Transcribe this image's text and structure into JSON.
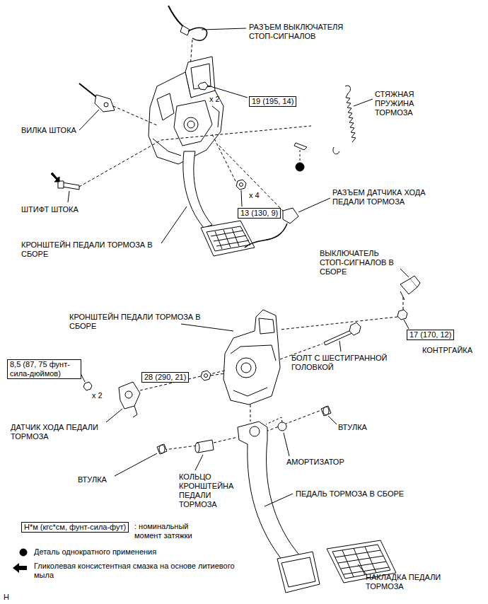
{
  "diagram": {
    "nodes": [
      {
        "text": [
          "19 (195, 14)"
        ]
      },
      {
        "text": [
          "13 (130, 9)"
        ]
      },
      {
        "text": [
          "17 (170, 12)"
        ]
      },
      {
        "text": [
          "8,5 (87, 75 фунт-сила-дюймов)"
        ]
      },
      {
        "text": [
          "28 (290, 21)"
        ]
      },
      {
        "text": [
          "Н*м (кгс*см, фунт-сила-фут)"
        ]
      }
    ],
    "labels": [
      "РАЗЪЕМ ВЫКЛЮЧАТЕЛЯ СТОП-СИГНАЛОВ",
      "СТЯЖНАЯ ПРУЖИНА ТОРМОЗА",
      "ВИЛКА ШТОКА",
      "x 2",
      "ШТИФТ ШТОКА",
      "x 4",
      "РАЗЪЕМ ДАТЧИКА ХОДА ПЕДАЛИ ТОРМОЗА",
      "КРОНШТЕЙН ПЕДАЛИ ТОРМОЗА В СБОРЕ",
      "ВЫКЛЮЧАТЕЛЬ СТОП-СИГНАЛОВ В СБОРЕ",
      "КРОНШТЕЙН ПЕДАЛИ ТОРМОЗА В СБОРЕ",
      "КОНТРГАЙКА",
      "БОЛТ С ШЕСТИГРАННОЙ ГОЛОВКОЙ",
      "x 2",
      "ДАТЧИК ХОДА ПЕДАЛИ ТОРМОЗА",
      "ВТУЛКА",
      "АМОРТИЗАТОР",
      "ВТУЛКА",
      "КОЛЬЦО КРОНШТЕЙНА ПЕДАЛИ ТОРМОЗА",
      "ПЕДАЛЬ ТОРМОЗА В СБОРЕ",
      "НАКЛАДКА ПЕДАЛИ ТОРМОЗА",
      "H"
    ],
    "legend": [
      {
        "text": ": номинальный момент затяжки"
      },
      {
        "text": "Деталь однократного применения"
      },
      {
        "text": "Гликолевая консистентная смазка на основе литиевого мыла"
      }
    ]
  }
}
